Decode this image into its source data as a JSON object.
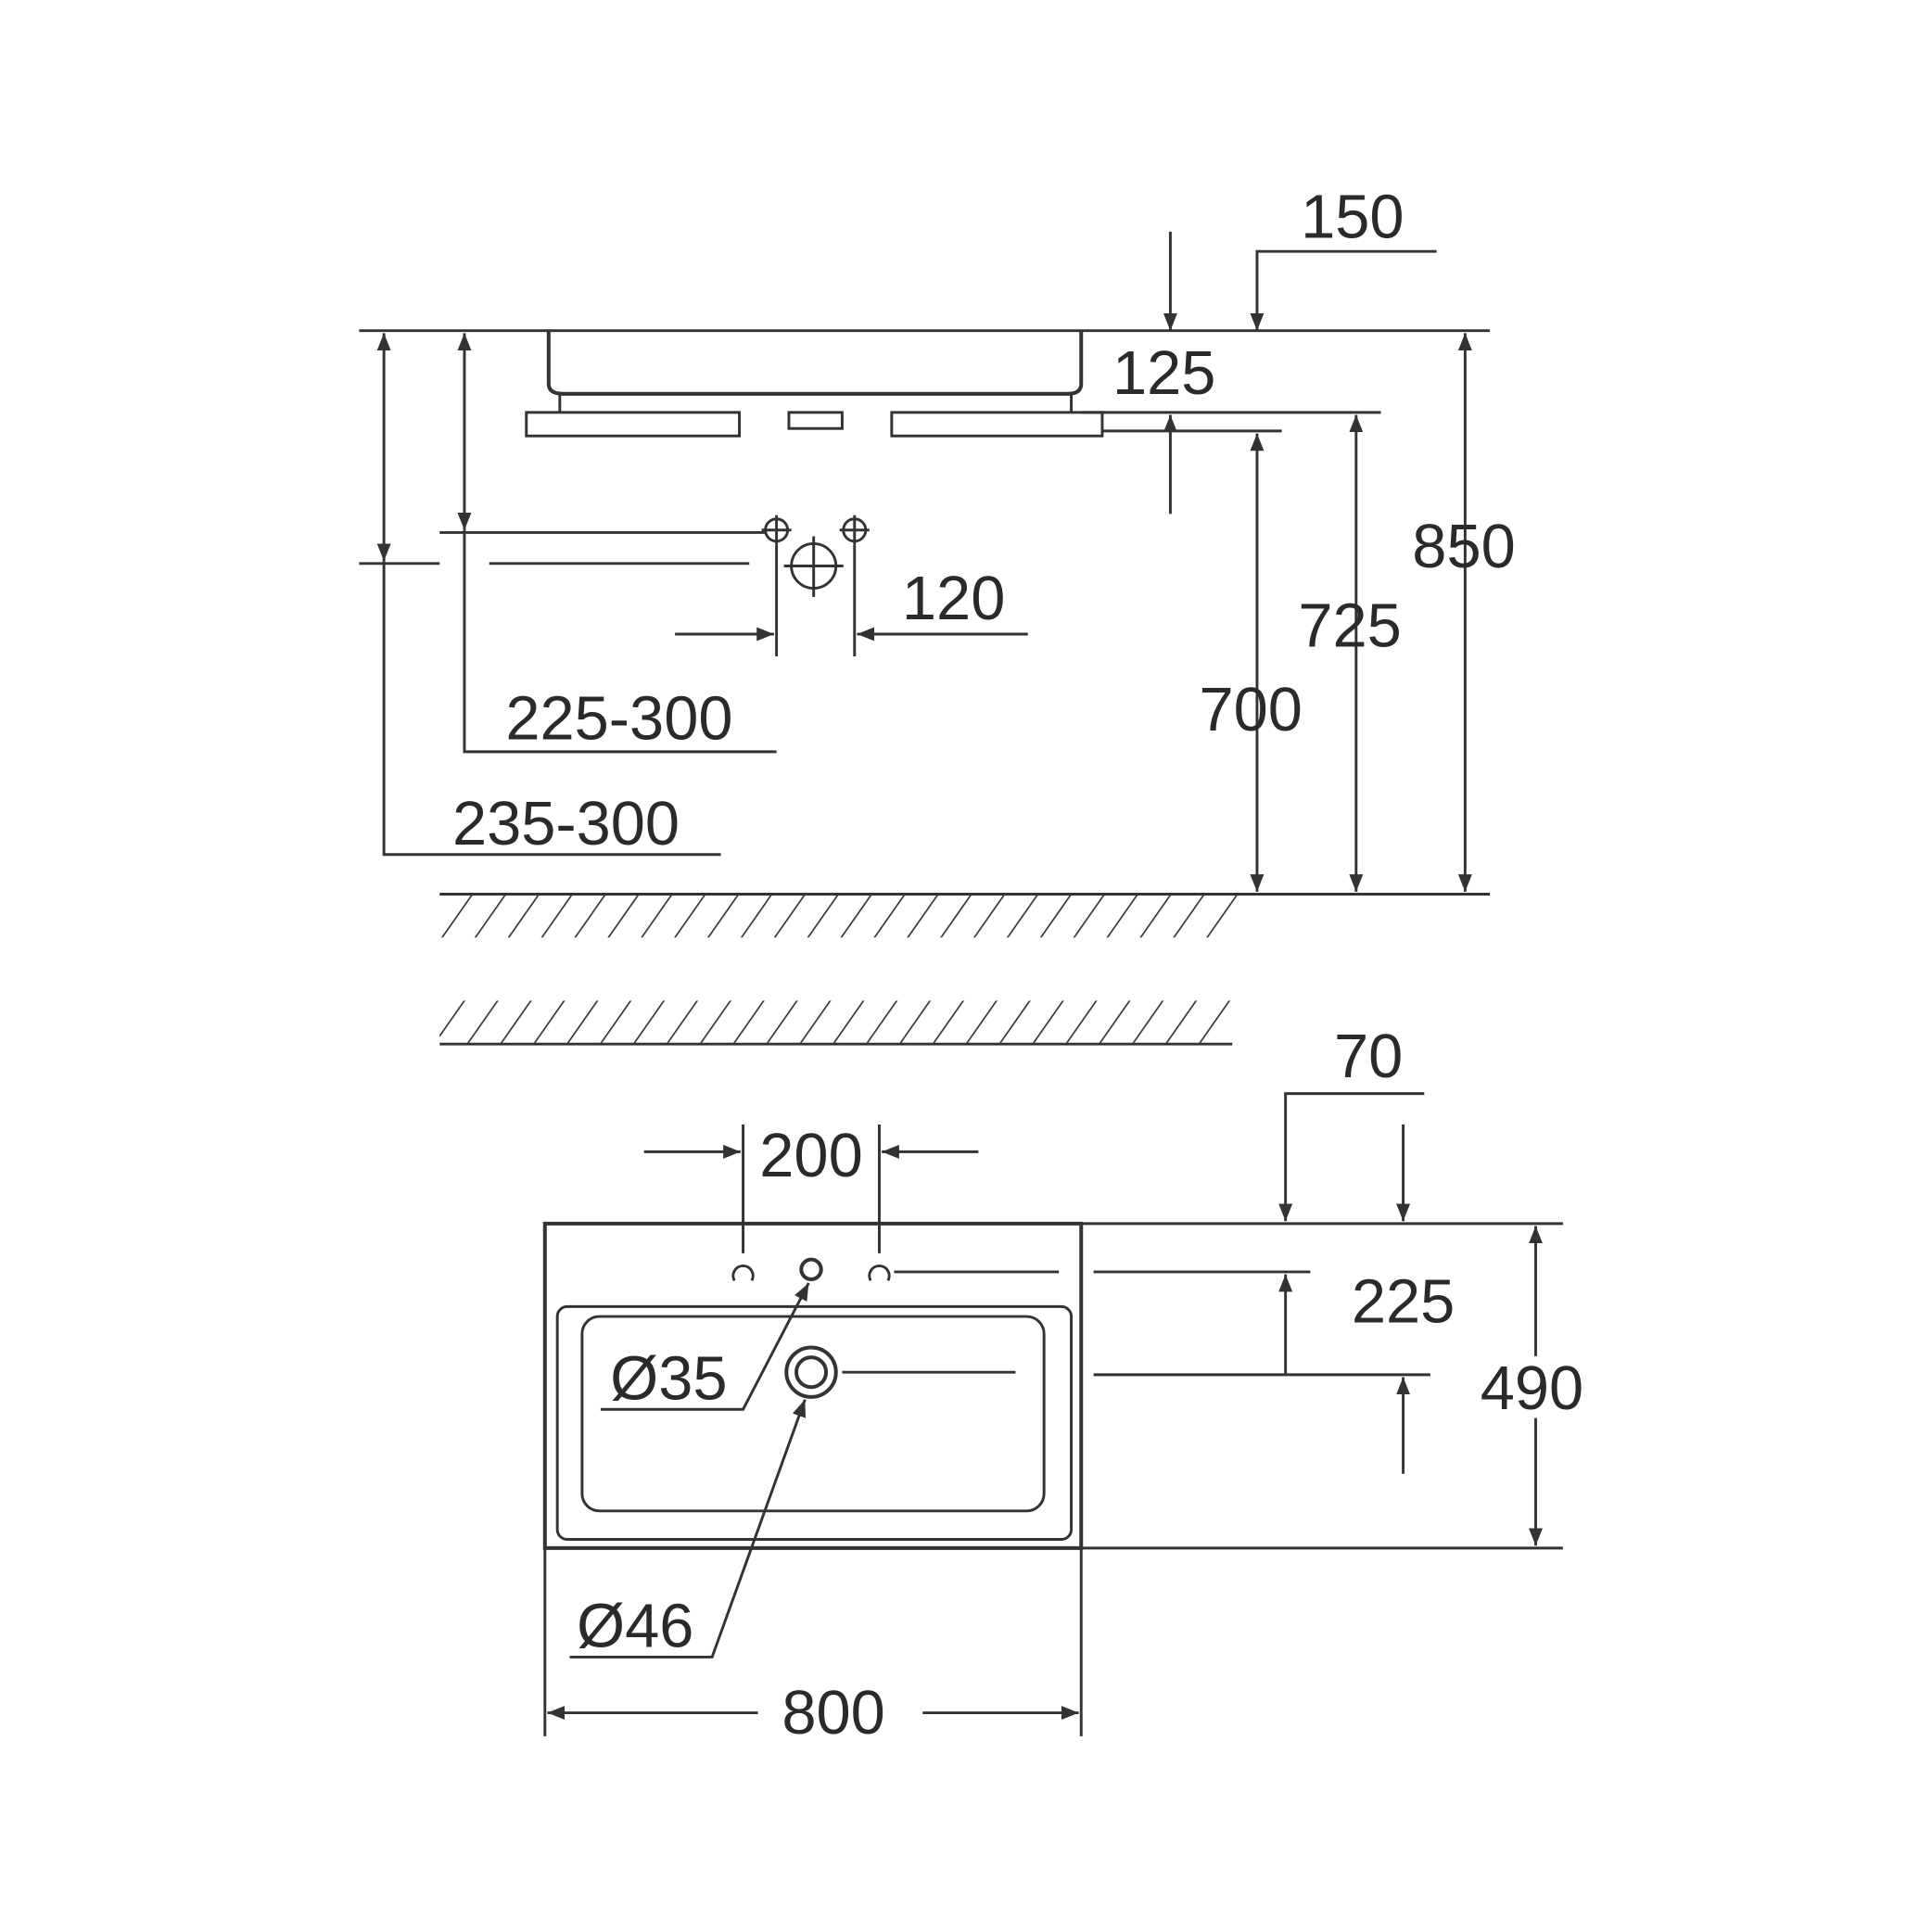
{
  "drawing": {
    "side_view": {
      "dim_150": "150",
      "dim_125": "125",
      "dim_850": "850",
      "dim_725": "725",
      "dim_700": "700",
      "dim_120": "120",
      "dim_225_300": "225-300",
      "dim_235_300": "235-300"
    },
    "top_view": {
      "dim_70": "70",
      "dim_200": "200",
      "dim_225": "225",
      "dim_490": "490",
      "dim_d35": "Ø35",
      "dim_d46": "Ø46",
      "dim_800": "800"
    },
    "colors": {
      "line": "#333333",
      "background": "#ffffff"
    }
  }
}
